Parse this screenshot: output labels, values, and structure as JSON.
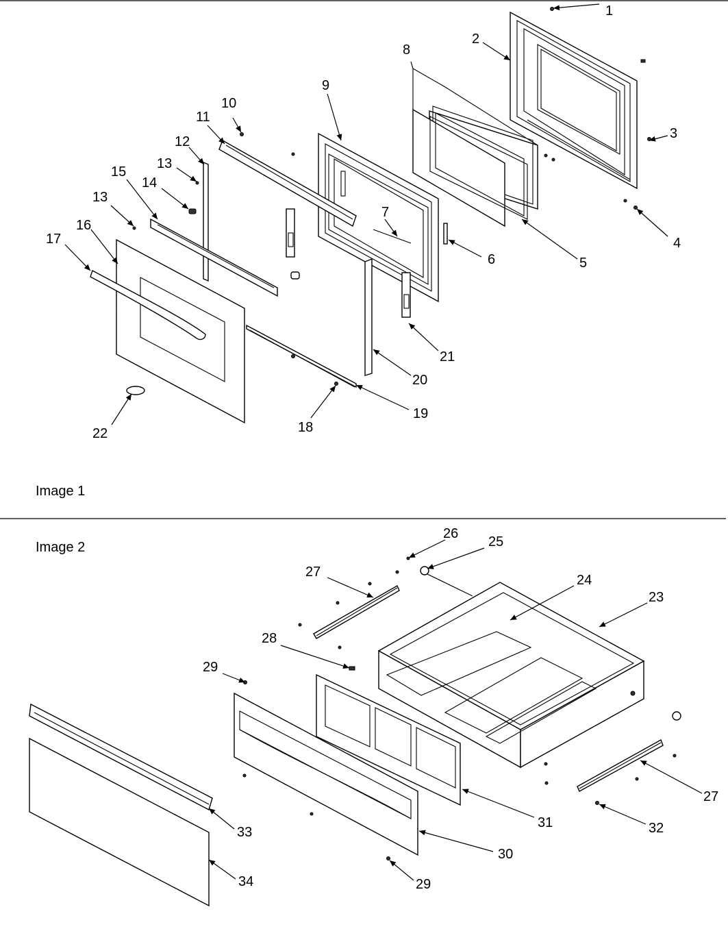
{
  "sections": [
    {
      "label": "Image 1"
    },
    {
      "label": "Image 2"
    }
  ],
  "callouts": {
    "c1": "1",
    "c2": "2",
    "c3": "3",
    "c4": "4",
    "c5": "5",
    "c6": "6",
    "c7": "7",
    "c8": "8",
    "c9": "9",
    "c10": "10",
    "c11": "11",
    "c12": "12",
    "c13a": "13",
    "c13b": "13",
    "c14": "14",
    "c15": "15",
    "c16": "16",
    "c17": "17",
    "c18": "18",
    "c19": "19",
    "c20": "20",
    "c21": "21",
    "c22": "22",
    "c23": "23",
    "c24": "24",
    "c25": "25",
    "c26": "26",
    "c27a": "27",
    "c27b": "27",
    "c28": "28",
    "c29a": "29",
    "c29b": "29",
    "c30": "30",
    "c31": "31",
    "c32": "32",
    "c33": "33",
    "c34": "34"
  }
}
